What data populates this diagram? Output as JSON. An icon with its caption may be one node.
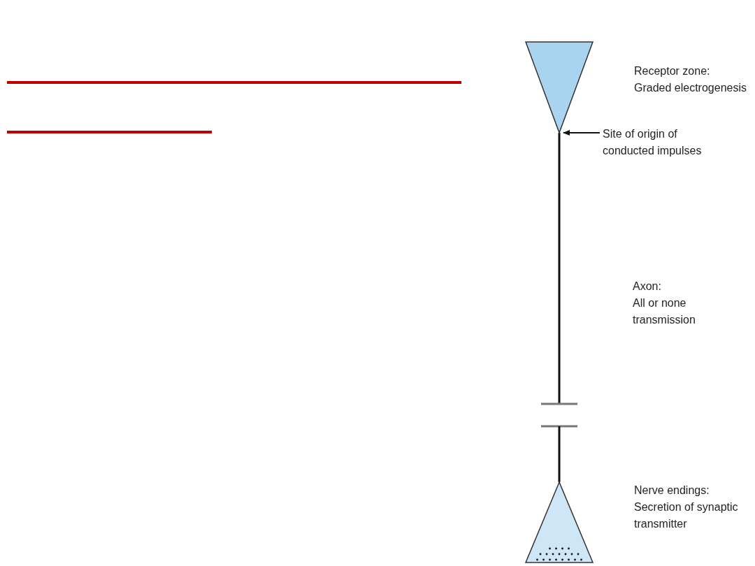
{
  "diagram": {
    "nodes": [
      {
        "text": [],
        "shape": "triangle"
      },
      {
        "text": [
          "Site of origin of conducted impulses"
        ]
      }
    ],
    "edges": [
      {
        "from": 1,
        "to": 0,
        "arrow": "to"
      }
    ],
    "labels": [
      "Receptor zone:",
      "Graded electrogenesis",
      "Axon:",
      "All or none transmission",
      "Nerve endings:",
      "Secretion of synaptic transmitter"
    ]
  }
}
